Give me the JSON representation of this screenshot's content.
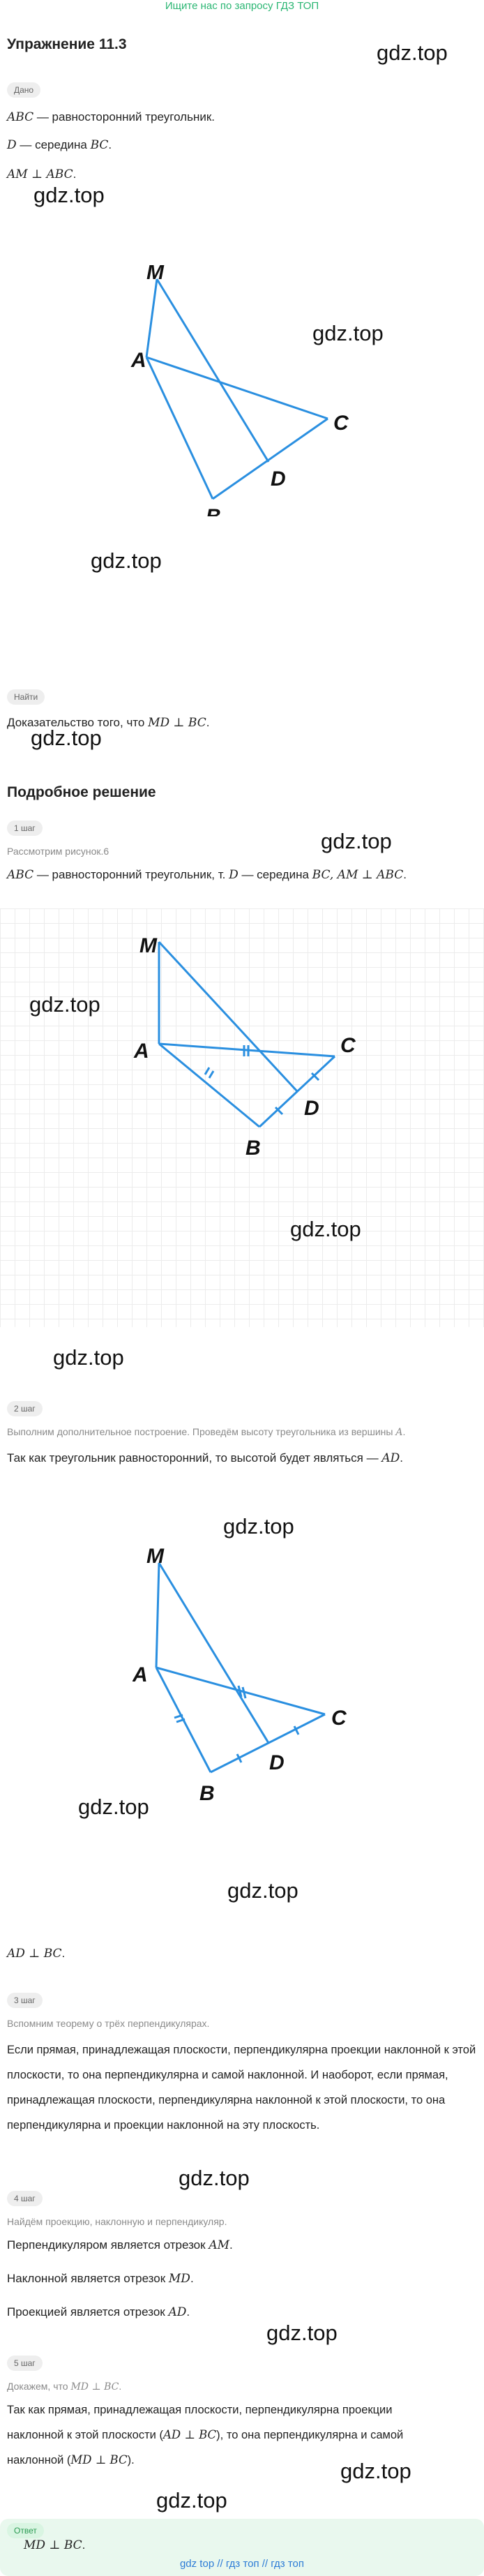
{
  "top_banner": "Ищите нас по запросу ГДЗ ТОП",
  "title": "Упражнение 11.3",
  "watermark": "gdz.top",
  "given": {
    "chip": "Дано",
    "line1_math": "ABC",
    "line1_text": " — равносторонний треугольник.",
    "line2_math": "D",
    "line2_text": " — середина ",
    "line2_math2": "BC",
    "line2_end": ".",
    "line3_math": "AM ⊥ ABC",
    "line3_end": "."
  },
  "find": {
    "chip": "Найти",
    "text": "Доказательство того, что ",
    "math": "MD ⊥ BC",
    "end": "."
  },
  "solution_title": "Подробное решение",
  "steps": [
    {
      "chip": "1 шаг",
      "note": "Рассмотрим рисунок.6",
      "text_math1": "ABC",
      "text1": " — равносторонний треугольник, т. ",
      "text_math2": "D",
      "text2": " — середина ",
      "text_math3": "BC, AM ⊥ ABC",
      "text3": "."
    },
    {
      "chip": "2 шаг",
      "note": "Выполним дополнительное построение. Проведём высоту треугольника из вершины ",
      "note_math": "A",
      "note_end": ".",
      "text": "Так как треугольник равносторонний, то высотой будет являться — ",
      "text_math": "AD",
      "text_end": ".",
      "after_math": "AD ⊥ BC",
      "after_end": "."
    },
    {
      "chip": "3 шаг",
      "note": "Вспомним теорему о трёх перпендикулярах.",
      "para": "Если прямая, принадлежащая плоскости, перпендикулярна проекции наклонной к этой плоскости, то она перпендикулярна и самой наклонной. И наоборот, если прямая, принадлежащая плоскости, перпендикулярна наклонной к этой плоскости, то она перпендикулярна и проекции наклонной на эту плоскость."
    },
    {
      "chip": "4 шаг",
      "note": "Найдём проекцию, наклонную и перпендикуляр.",
      "l1": "Перпендикуляром является отрезок ",
      "l1_math": "AM",
      "l2": "Наклонной является отрезок ",
      "l2_math": "MD",
      "l3": "Проекцией является отрезок ",
      "l3_math": "AD",
      "end": "."
    },
    {
      "chip": "5 шаг",
      "note": "Докажем, что ",
      "note_math": "MD ⊥ BC",
      "note_end": ".",
      "p1": "Так как прямая, принадлежащая плоскости, перпендикулярна проекции",
      "p2a": "наклонной к этой плоскости (",
      "p2_math": "AD ⊥ BC",
      "p2b": "), то она перпендикулярна и самой",
      "p3a": "наклонной (",
      "p3_math": "MD ⊥ BC",
      "p3b": ")."
    }
  ],
  "answer": {
    "chip": "Ответ",
    "math": "MD ⊥ BC",
    "end": "."
  },
  "footer": "gdz top  //  гдз топ  //  гдз топ",
  "labels": {
    "M": "M",
    "A": "A",
    "B": "B",
    "C": "C",
    "D": "D"
  },
  "colors": {
    "line": "#2a8fe0",
    "accent_green": "#2bb673",
    "footer_link": "#2b7bd6"
  }
}
